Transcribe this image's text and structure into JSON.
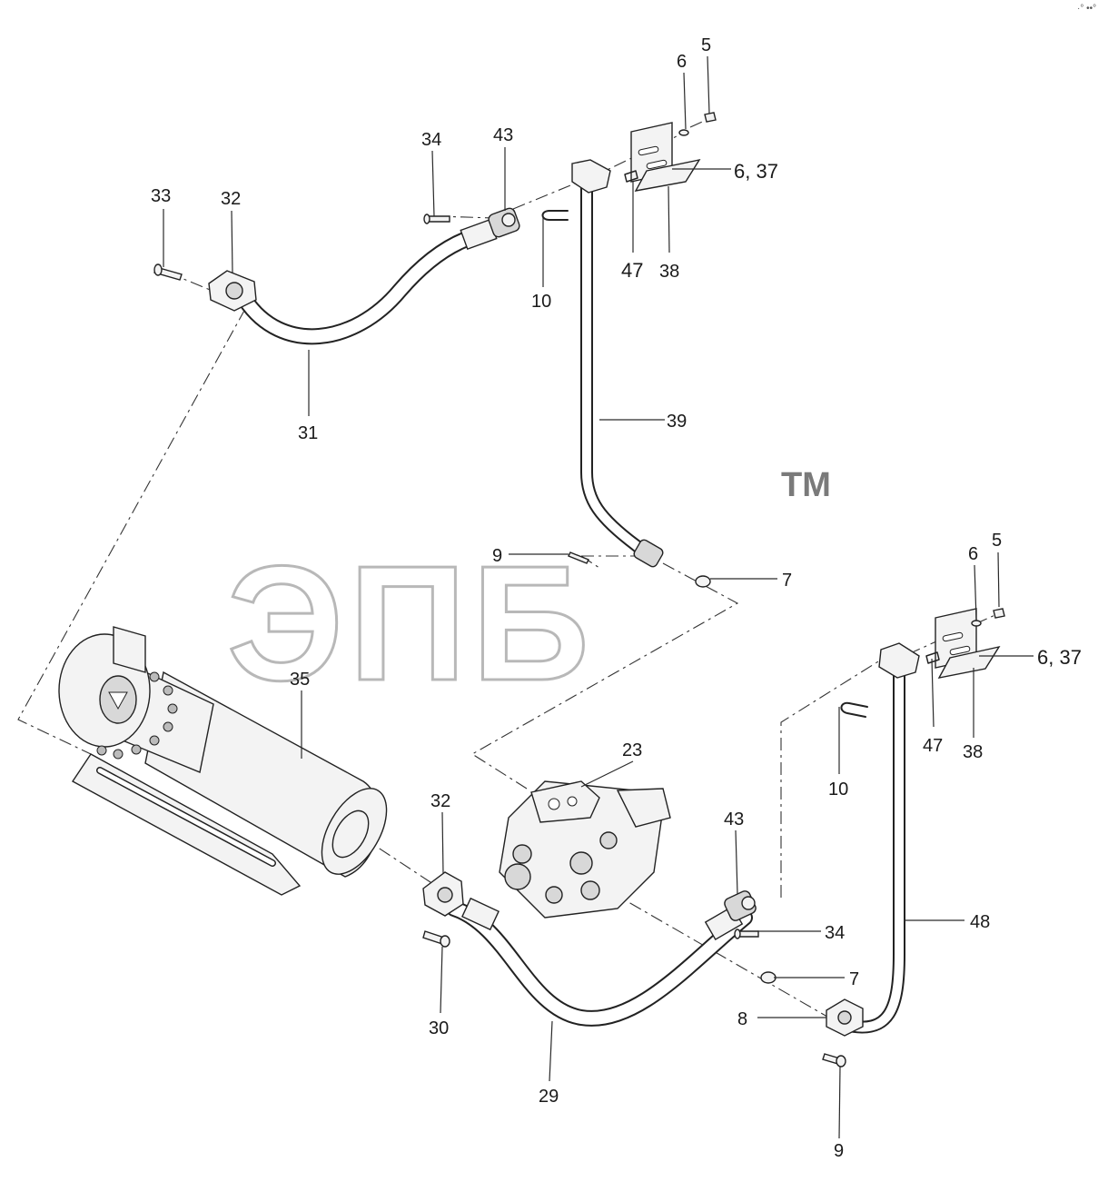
{
  "watermark": {
    "text": "ЭПБ",
    "trademark": "TM"
  },
  "corner_mark": "·° ••°",
  "callouts": [
    {
      "id": "c5a",
      "text": "5"
    },
    {
      "id": "c6a",
      "text": "6"
    },
    {
      "id": "c637a",
      "text": "6, 37"
    },
    {
      "id": "c34a",
      "text": "34"
    },
    {
      "id": "c43a",
      "text": "43"
    },
    {
      "id": "c33",
      "text": "33"
    },
    {
      "id": "c32a",
      "text": "32"
    },
    {
      "id": "c47a",
      "text": "47"
    },
    {
      "id": "c38a",
      "text": "38"
    },
    {
      "id": "c10a",
      "text": "10"
    },
    {
      "id": "c31",
      "text": "31"
    },
    {
      "id": "c39",
      "text": "39"
    },
    {
      "id": "c9a",
      "text": "9"
    },
    {
      "id": "c7a",
      "text": "7"
    },
    {
      "id": "c5b",
      "text": "5"
    },
    {
      "id": "c6b",
      "text": "6"
    },
    {
      "id": "c637b",
      "text": "6, 37"
    },
    {
      "id": "c35",
      "text": "35"
    },
    {
      "id": "c47b",
      "text": "47"
    },
    {
      "id": "c38b",
      "text": "38"
    },
    {
      "id": "c23",
      "text": "23"
    },
    {
      "id": "c10b",
      "text": "10"
    },
    {
      "id": "c32b",
      "text": "32"
    },
    {
      "id": "c43b",
      "text": "43"
    },
    {
      "id": "c34b",
      "text": "34"
    },
    {
      "id": "c48",
      "text": "48"
    },
    {
      "id": "c7b",
      "text": "7"
    },
    {
      "id": "c8",
      "text": "8"
    },
    {
      "id": "c30",
      "text": "30"
    },
    {
      "id": "c29",
      "text": "29"
    },
    {
      "id": "c9b",
      "text": "9"
    }
  ]
}
